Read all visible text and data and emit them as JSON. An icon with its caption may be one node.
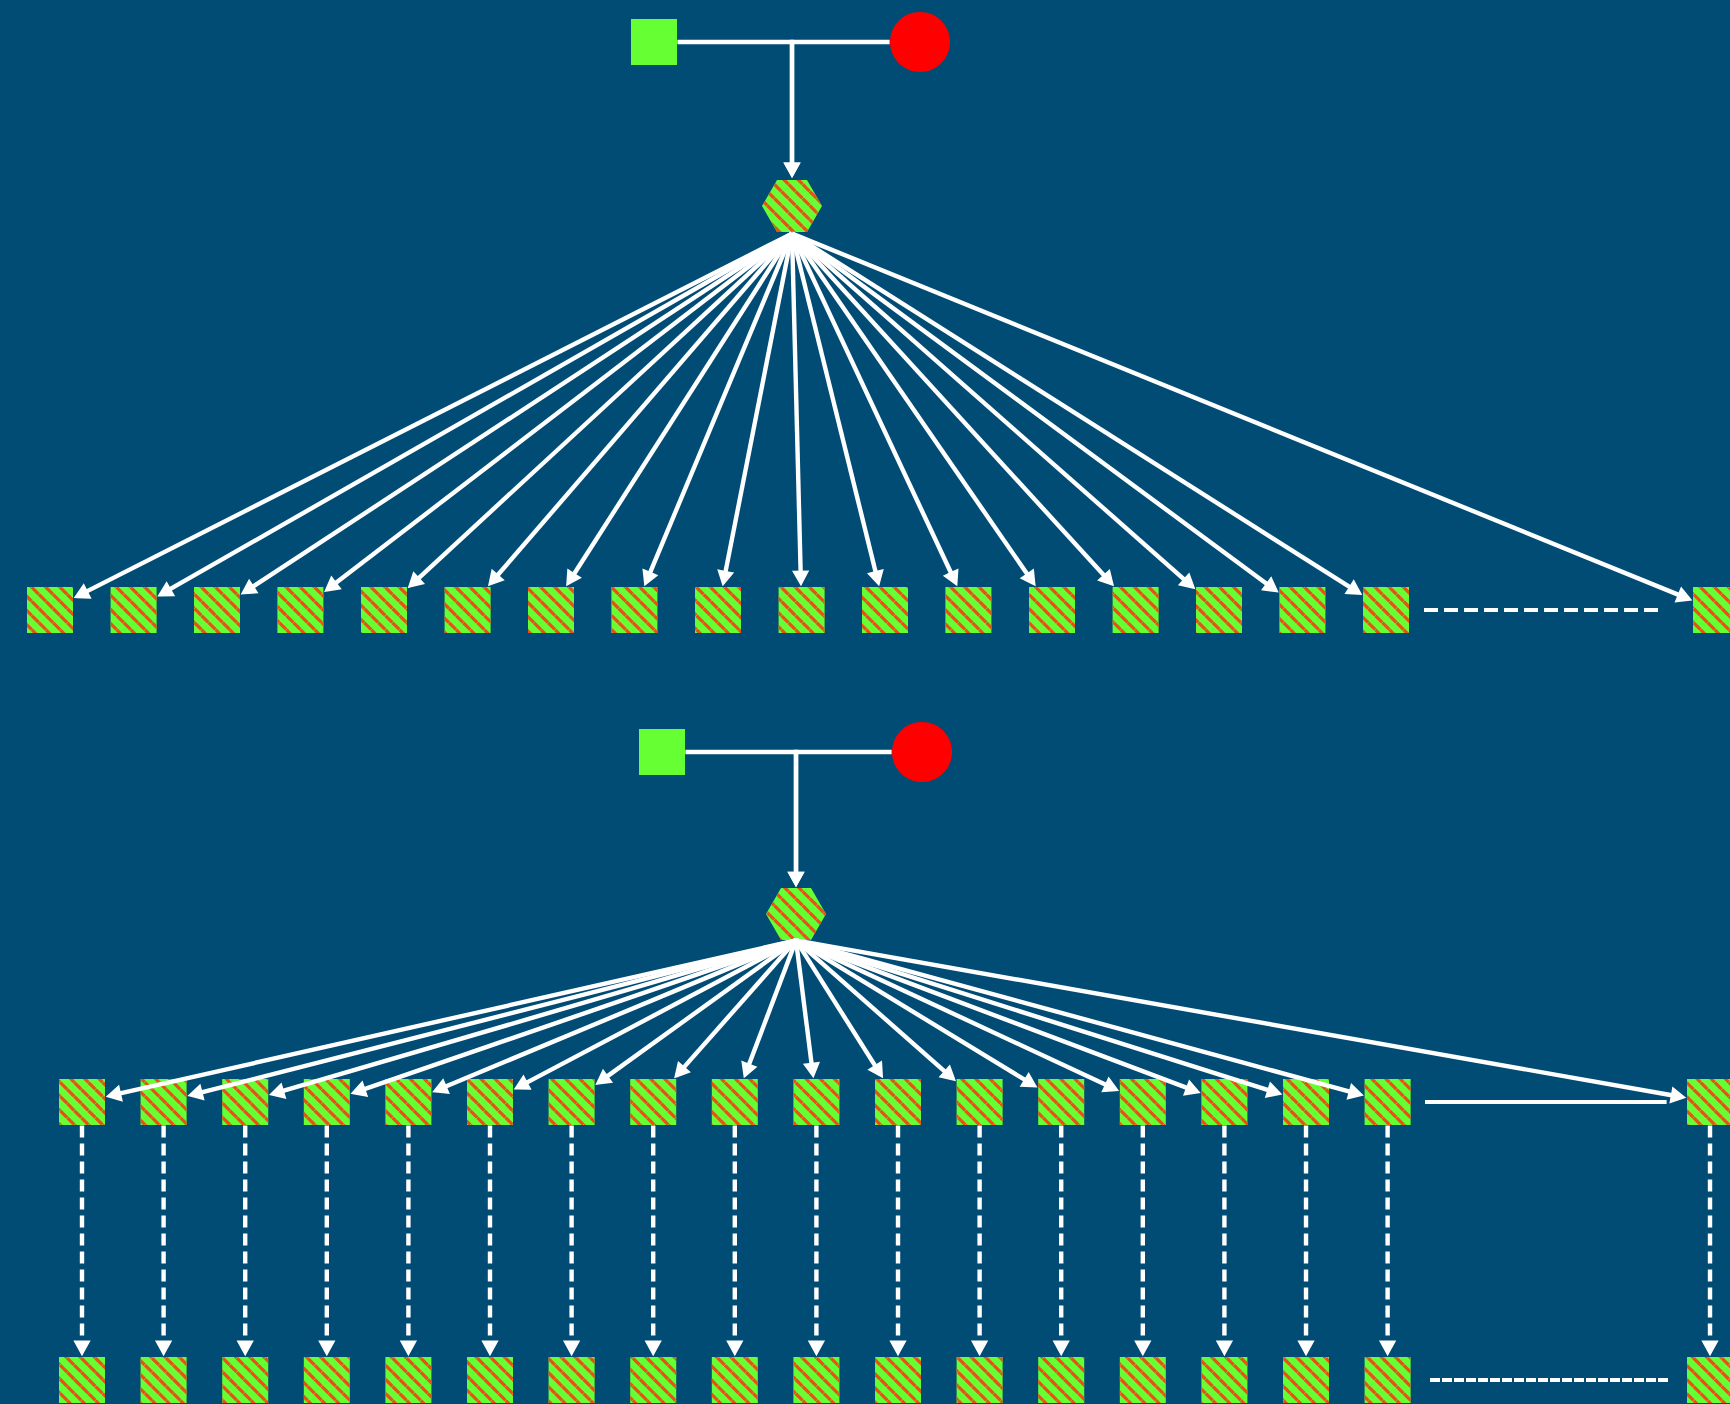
{
  "diagram": {
    "nodes": [
      {
        "text": [],
        "shape": "box"
      },
      {
        "text": [],
        "shape": "circle"
      },
      {
        "text": [],
        "shape": "hexagon"
      },
      {
        "text": [],
        "shape": "box"
      },
      {
        "text": [],
        "shape": "box"
      },
      {
        "text": [],
        "shape": "box"
      },
      {
        "text": [],
        "shape": "box"
      },
      {
        "text": [],
        "shape": "box"
      },
      {
        "text": [],
        "shape": "box"
      },
      {
        "text": [],
        "shape": "box"
      },
      {
        "text": [],
        "shape": "box"
      },
      {
        "text": [],
        "shape": "box"
      },
      {
        "text": [],
        "shape": "box"
      },
      {
        "text": [],
        "shape": "box"
      },
      {
        "text": [],
        "shape": "box"
      },
      {
        "text": [],
        "shape": "box"
      },
      {
        "text": [],
        "shape": "box"
      },
      {
        "text": [],
        "shape": "box"
      },
      {
        "text": [],
        "shape": "box"
      },
      {
        "text": [],
        "shape": "box"
      },
      {
        "text": [],
        "shape": "box"
      },
      {
        "text": [],
        "shape": "box"
      },
      {
        "text": [],
        "shape": "circle"
      },
      {
        "text": [],
        "shape": "hexagon"
      },
      {
        "text": [],
        "shape": "box"
      },
      {
        "text": [],
        "shape": "box"
      },
      {
        "text": [],
        "shape": "box"
      },
      {
        "text": [],
        "shape": "box"
      },
      {
        "text": [],
        "shape": "box"
      },
      {
        "text": [],
        "shape": "box"
      },
      {
        "text": [],
        "shape": "box"
      },
      {
        "text": [],
        "shape": "box"
      },
      {
        "text": [],
        "shape": "box"
      },
      {
        "text": [],
        "shape": "box"
      },
      {
        "text": [],
        "shape": "box"
      },
      {
        "text": [],
        "shape": "box"
      },
      {
        "text": [],
        "shape": "box"
      },
      {
        "text": [],
        "shape": "box"
      },
      {
        "text": [],
        "shape": "box"
      },
      {
        "text": [],
        "shape": "box"
      },
      {
        "text": [],
        "shape": "box"
      },
      {
        "text": [],
        "shape": "box"
      },
      {
        "text": [],
        "shape": "box"
      },
      {
        "text": [],
        "shape": "box"
      },
      {
        "text": [],
        "shape": "box"
      },
      {
        "text": [],
        "shape": "box"
      },
      {
        "text": [],
        "shape": "box"
      },
      {
        "text": [],
        "shape": "box"
      },
      {
        "text": [],
        "shape": "box"
      },
      {
        "text": [],
        "shape": "box"
      },
      {
        "text": [],
        "shape": "box"
      },
      {
        "text": [],
        "shape": "box"
      },
      {
        "text": [],
        "shape": "box"
      },
      {
        "text": [],
        "shape": "box"
      },
      {
        "text": [],
        "shape": "box"
      },
      {
        "text": [],
        "shape": "box"
      },
      {
        "text": [],
        "shape": "box"
      },
      {
        "text": [],
        "shape": "box"
      },
      {
        "text": [],
        "shape": "box"
      },
      {
        "text": [],
        "shape": "box"
      }
    ],
    "edges": [
      {
        "from": 0,
        "to": 2,
        "arrow": "to"
      },
      {
        "from": 1,
        "to": 2,
        "arrow": "to"
      },
      {
        "from": 2,
        "to": 3,
        "arrow": "to"
      },
      {
        "from": 2,
        "to": 4,
        "arrow": "to"
      },
      {
        "from": 2,
        "to": 5,
        "arrow": "to"
      },
      {
        "from": 2,
        "to": 6,
        "arrow": "to"
      },
      {
        "from": 2,
        "to": 7,
        "arrow": "to"
      },
      {
        "from": 2,
        "to": 8,
        "arrow": "to"
      },
      {
        "from": 2,
        "to": 9,
        "arrow": "to"
      },
      {
        "from": 2,
        "to": 10,
        "arrow": "to"
      },
      {
        "from": 2,
        "to": 11,
        "arrow": "to"
      },
      {
        "from": 2,
        "to": 12,
        "arrow": "to"
      },
      {
        "from": 2,
        "to": 13,
        "arrow": "to"
      },
      {
        "from": 2,
        "to": 14,
        "arrow": "to"
      },
      {
        "from": 2,
        "to": 15,
        "arrow": "to"
      },
      {
        "from": 2,
        "to": 16,
        "arrow": "to"
      },
      {
        "from": 2,
        "to": 17,
        "arrow": "to"
      },
      {
        "from": 2,
        "to": 18,
        "arrow": "to"
      },
      {
        "from": 2,
        "to": 19,
        "arrow": "to"
      },
      {
        "from": 2,
        "to": 20,
        "arrow": "to"
      },
      {
        "from": 21,
        "to": 23,
        "arrow": "to"
      },
      {
        "from": 22,
        "to": 23,
        "arrow": "to"
      },
      {
        "from": 23,
        "to": 24,
        "arrow": "to"
      },
      {
        "from": 23,
        "to": 25,
        "arrow": "to"
      },
      {
        "from": 23,
        "to": 26,
        "arrow": "to"
      },
      {
        "from": 23,
        "to": 27,
        "arrow": "to"
      },
      {
        "from": 23,
        "to": 28,
        "arrow": "to"
      },
      {
        "from": 23,
        "to": 29,
        "arrow": "to"
      },
      {
        "from": 23,
        "to": 30,
        "arrow": "to"
      },
      {
        "from": 23,
        "to": 31,
        "arrow": "to"
      },
      {
        "from": 23,
        "to": 32,
        "arrow": "to"
      },
      {
        "from": 23,
        "to": 33,
        "arrow": "to"
      },
      {
        "from": 23,
        "to": 34,
        "arrow": "to"
      },
      {
        "from": 23,
        "to": 35,
        "arrow": "to"
      },
      {
        "from": 23,
        "to": 36,
        "arrow": "to"
      },
      {
        "from": 23,
        "to": 37,
        "arrow": "to"
      },
      {
        "from": 23,
        "to": 38,
        "arrow": "to"
      },
      {
        "from": 23,
        "to": 39,
        "arrow": "to"
      },
      {
        "from": 23,
        "to": 40,
        "arrow": "to"
      },
      {
        "from": 23,
        "to": 41,
        "arrow": "to"
      },
      {
        "from": 24,
        "to": 42,
        "arrow": "to",
        "style": "dashed"
      },
      {
        "from": 25,
        "to": 43,
        "arrow": "to",
        "style": "dashed"
      },
      {
        "from": 26,
        "to": 44,
        "arrow": "to",
        "style": "dashed"
      },
      {
        "from": 27,
        "to": 45,
        "arrow": "to",
        "style": "dashed"
      },
      {
        "from": 28,
        "to": 46,
        "arrow": "to",
        "style": "dashed"
      },
      {
        "from": 29,
        "to": 47,
        "arrow": "to",
        "style": "dashed"
      },
      {
        "from": 30,
        "to": 48,
        "arrow": "to",
        "style": "dashed"
      },
      {
        "from": 31,
        "to": 49,
        "arrow": "to",
        "style": "dashed"
      },
      {
        "from": 32,
        "to": 50,
        "arrow": "to",
        "style": "dashed"
      },
      {
        "from": 33,
        "to": 51,
        "arrow": "to",
        "style": "dashed"
      },
      {
        "from": 34,
        "to": 52,
        "arrow": "to",
        "style": "dashed"
      },
      {
        "from": 35,
        "to": 53,
        "arrow": "to",
        "style": "dashed"
      },
      {
        "from": 36,
        "to": 54,
        "arrow": "to",
        "style": "dashed"
      },
      {
        "from": 37,
        "to": 55,
        "arrow": "to",
        "style": "dashed"
      },
      {
        "from": 38,
        "to": 56,
        "arrow": "to",
        "style": "dashed"
      },
      {
        "from": 39,
        "to": 57,
        "arrow": "to",
        "style": "dashed"
      },
      {
        "from": 40,
        "to": 58,
        "arrow": "to",
        "style": "dashed"
      },
      {
        "from": 41,
        "to": 59,
        "arrow": "to",
        "style": "dashed"
      },
      {
        "from": 40,
        "to": 41,
        "arrow": "none"
      }
    ]
  }
}
